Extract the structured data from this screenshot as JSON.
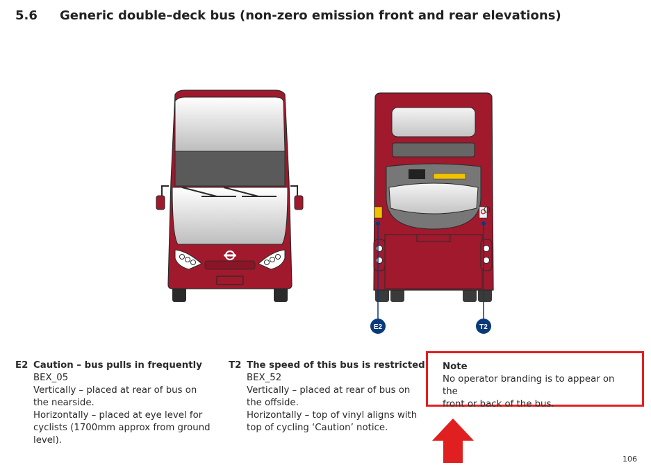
{
  "heading": {
    "number": "5.6",
    "title": "Generic double–deck bus (non-zero emission front and rear elevations)"
  },
  "markers": {
    "left": "E2",
    "right": "T2"
  },
  "notices": [
    {
      "code": "E2",
      "title": "Caution – bus pulls in frequently",
      "lines": [
        "BEX_05",
        "Vertically – placed at rear of bus on",
        "the nearside.",
        "Horizontally – placed at eye level for",
        "cyclists (1700mm approx from ground",
        "level)."
      ]
    },
    {
      "code": "T2",
      "title": "The speed of this bus is restricted",
      "lines": [
        "BEX_52",
        "Vertically – placed at rear of bus on",
        "the offside.",
        "Horizontally – top of vinyl aligns with",
        "top of cycling ‘Caution’ notice."
      ]
    }
  ],
  "note": {
    "title": "Note",
    "lines": [
      "No operator branding is to appear on the",
      "front or back of the bus."
    ]
  },
  "page_number": "106",
  "colors": {
    "bus_red": "#a0192d",
    "marker_blue": "#0a3a7a",
    "highlight_red": "#e02020"
  }
}
